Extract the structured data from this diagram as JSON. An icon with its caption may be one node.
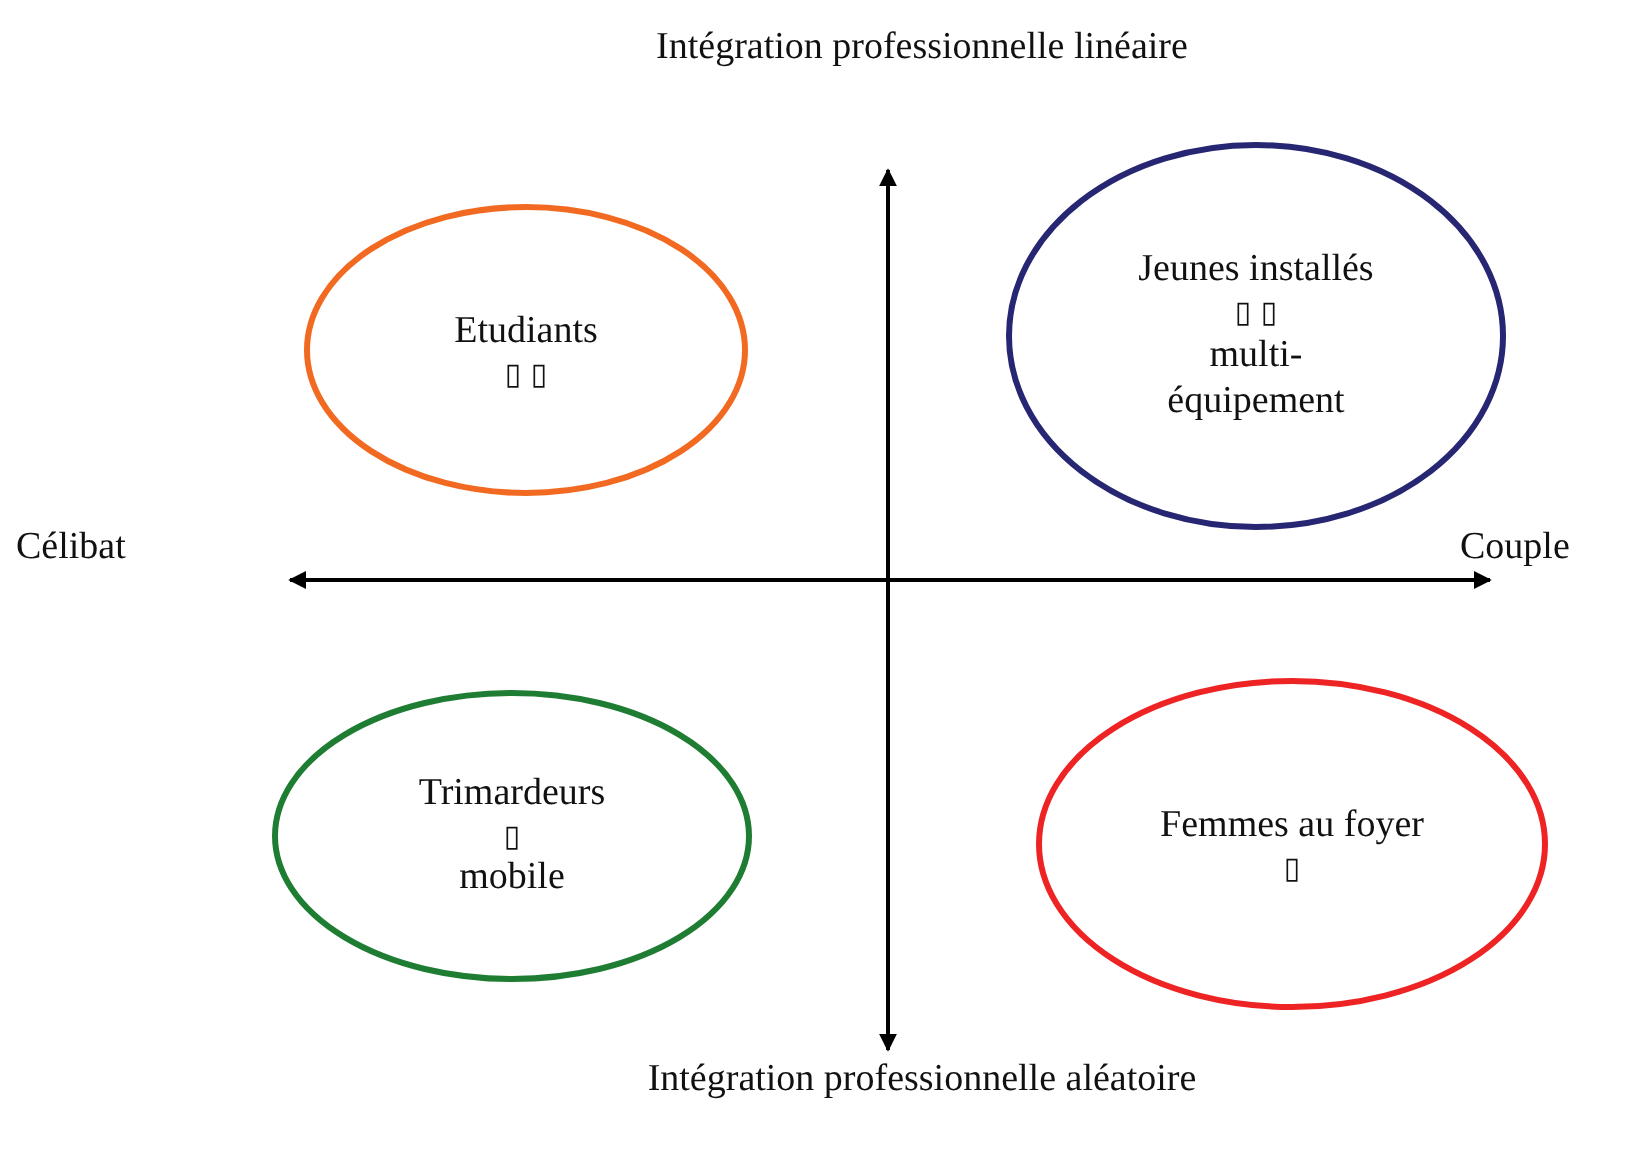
{
  "diagram": {
    "nodes": [
      {
        "text": [
          "Etudiants",
          "▯ ▯"
        ]
      },
      {
        "text": [
          "Jeunes installés",
          "▯ ▯",
          "multi-équipement"
        ]
      },
      {
        "text": [
          "Trimardeurs",
          "▯",
          "mobile"
        ]
      },
      {
        "text": [
          "Femmes au foyer",
          "▯"
        ]
      }
    ],
    "labels": [
      "Intégration professionnelle linéaire",
      "Célibat",
      "Couple",
      "Intégration professionnelle aléatoire"
    ]
  }
}
